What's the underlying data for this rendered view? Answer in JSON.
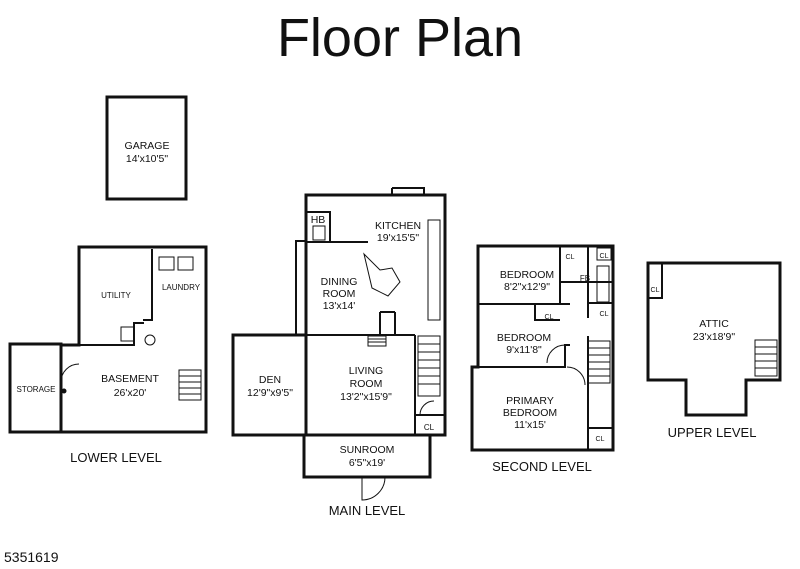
{
  "title": "Floor Plan",
  "listing_id": "5351619",
  "levels": {
    "lower": "LOWER LEVEL",
    "main": "MAIN LEVEL",
    "second": "SECOND LEVEL",
    "upper": "UPPER LEVEL"
  },
  "rooms": {
    "garage": {
      "name": "GARAGE",
      "dims": "14'x10'5\""
    },
    "utility": {
      "name": "UTILITY"
    },
    "laundry": {
      "name": "LAUNDRY"
    },
    "storage": {
      "name": "STORAGE"
    },
    "basement": {
      "name": "BASEMENT",
      "dims": "26'x20'"
    },
    "kitchen": {
      "name": "KITCHEN",
      "dims": "19'x15'5\""
    },
    "hb": {
      "name": "HB"
    },
    "dining": {
      "name1": "DINING",
      "name2": "ROOM",
      "dims": "13'x14'"
    },
    "den": {
      "name": "DEN",
      "dims": "12'9\"x9'5\""
    },
    "living": {
      "name1": "LIVING",
      "name2": "ROOM",
      "dims": "13'2\"x15'9\""
    },
    "cl_main": {
      "name": "CL"
    },
    "sunroom": {
      "name": "SUNROOM",
      "dims": "6'5\"x19'"
    },
    "bedroom1": {
      "name": "BEDROOM",
      "dims": "8'2\"x12'9\""
    },
    "bedroom2": {
      "name": "BEDROOM",
      "dims": "9'x11'8\""
    },
    "fb": {
      "name": "FB"
    },
    "cl_a": {
      "name": "CL"
    },
    "cl_b": {
      "name": "CL"
    },
    "cl_c": {
      "name": "CL"
    },
    "cl_d": {
      "name": "CL"
    },
    "primary": {
      "name1": "PRIMARY",
      "name2": "BEDROOM",
      "dims": "11'x15'"
    },
    "cl_primary": {
      "name": "CL"
    },
    "attic": {
      "name": "ATTIC",
      "dims": "23'x18'9\""
    },
    "cl_attic": {
      "name": "CL"
    }
  }
}
